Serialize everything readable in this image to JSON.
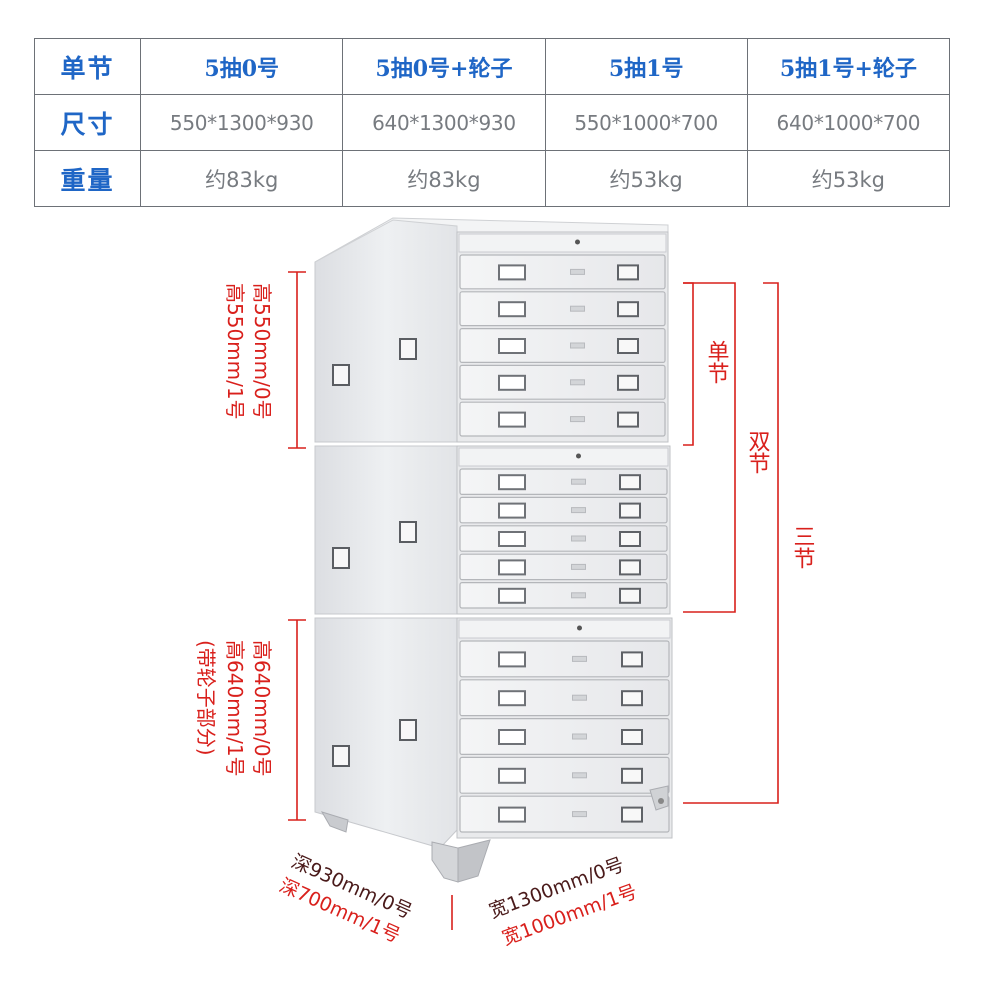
{
  "table": {
    "headers": [
      "单节",
      "5抽0号",
      "5抽0号+轮子",
      "5抽1号",
      "5抽1号+轮子"
    ],
    "rows": [
      {
        "label": "尺寸",
        "values": [
          "550*1300*930",
          "640*1300*930",
          "550*1000*700",
          "640*1000*700"
        ]
      },
      {
        "label": "重量",
        "values": [
          "约83kg",
          "约83kg",
          "约53kg",
          "约53kg"
        ]
      }
    ]
  },
  "annotations": {
    "top_height_line1": "高550mm/0号",
    "top_height_line2": "高550mm/1号",
    "bottom_height_line1": "高640mm/0号",
    "bottom_height_line2": "高640mm/1号",
    "bottom_height_note": "(带轮子部分)",
    "single_section": "单节",
    "double_section": "双节",
    "triple_section": "三节",
    "depth_line1": "深930mm/0号",
    "depth_line2": "深700mm/1号",
    "width_line1": "宽1300mm/0号",
    "width_line2": "宽1000mm/1号"
  },
  "colors": {
    "header_text": "#1f66c6",
    "cell_text": "#777b80",
    "annotation_red": "#d9201c",
    "cabinet_body": "#eeeff1"
  },
  "cabinet": {
    "sections": 3,
    "drawers_per_section": 5
  }
}
